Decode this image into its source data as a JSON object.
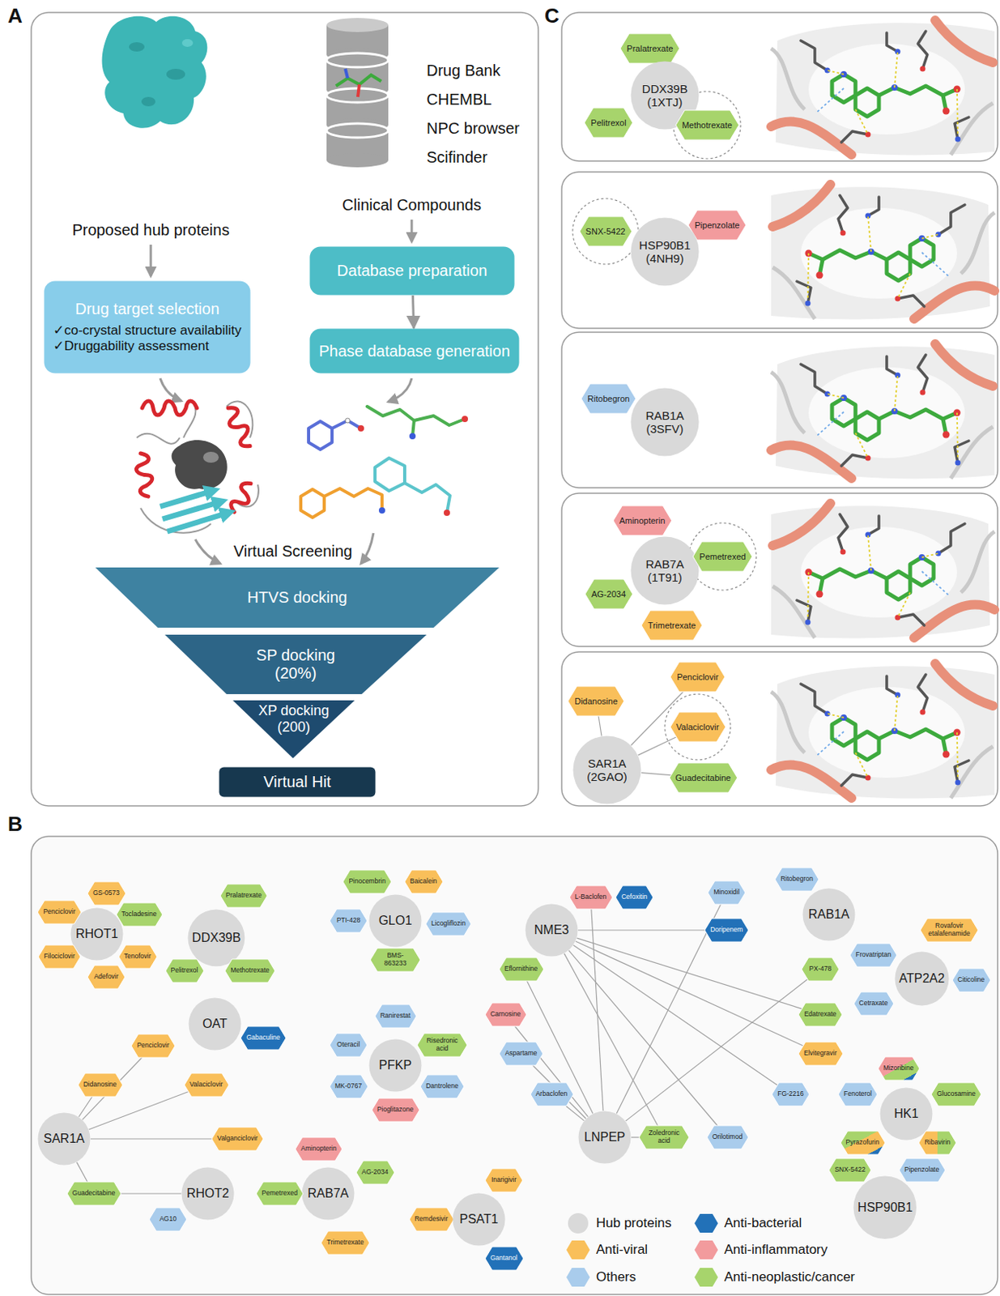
{
  "diagram": {
    "nodes": [
      {
        "text": [
          "Drug target selection",
          "✓co-crystal structure availability",
          "✓Druggability assessment"
        ]
      },
      {
        "text": [
          "Database preparation"
        ]
      },
      {
        "text": [
          "Phase database generation"
        ]
      },
      {
        "text": [
          "HTVS docking"
        ]
      },
      {
        "text": [
          "SP docking (20%)"
        ]
      },
      {
        "text": [
          "XP docking (200)"
        ]
      },
      {
        "text": [
          "Virtual Hit"
        ]
      },
      {
        "text": [
          "RHOT1"
        ]
      },
      {
        "text": [
          "GS-0573"
        ]
      },
      {
        "text": [
          "Penciclovir"
        ]
      },
      {
        "text": [
          "Tocladesine"
        ]
      },
      {
        "text": [
          "Filociclovir"
        ]
      },
      {
        "text": [
          "Tenofovir"
        ]
      },
      {
        "text": [
          "Adefovir"
        ]
      },
      {
        "text": [
          "DDX39B"
        ]
      },
      {
        "text": [
          "Pralatrexate"
        ]
      },
      {
        "text": [
          "Pelitrexol"
        ]
      },
      {
        "text": [
          "Methotrexate"
        ]
      },
      {
        "text": [
          "Pinocembrin"
        ]
      },
      {
        "text": [
          "Baicalein"
        ]
      },
      {
        "text": [
          "PTI-428"
        ]
      },
      {
        "text": [
          "GLO1"
        ]
      },
      {
        "text": [
          "Licogliflozin"
        ]
      },
      {
        "text": [
          "BMS-863233"
        ]
      },
      {
        "text": [
          "NME3"
        ]
      },
      {
        "text": [
          "L-Baclofen"
        ]
      },
      {
        "text": [
          "Cefoxitin"
        ]
      },
      {
        "text": [
          "Minoxidil"
        ]
      },
      {
        "text": [
          "Doripenem"
        ]
      },
      {
        "text": [
          "Eflornithine"
        ]
      },
      {
        "text": [
          "PX-478"
        ]
      },
      {
        "text": [
          "Carnosine"
        ]
      },
      {
        "text": [
          "Edatrexate"
        ]
      },
      {
        "text": [
          "Aspartame"
        ]
      },
      {
        "text": [
          "Elvitegravir"
        ]
      },
      {
        "text": [
          "Arbaclofen"
        ]
      },
      {
        "text": [
          "FG-2216"
        ]
      },
      {
        "text": [
          "LNPEP"
        ]
      },
      {
        "text": [
          "Zoledronic acid"
        ]
      },
      {
        "text": [
          "Orilotimod"
        ]
      },
      {
        "text": [
          "Ritobegron"
        ]
      },
      {
        "text": [
          "RAB1A"
        ]
      },
      {
        "text": [
          "Rovafovir etalafenamide"
        ]
      },
      {
        "text": [
          "Frovatriptan"
        ]
      },
      {
        "text": [
          "ATP2A2"
        ]
      },
      {
        "text": [
          "Citicoline"
        ]
      },
      {
        "text": [
          "Cetraxate"
        ]
      },
      {
        "text": [
          "OAT"
        ]
      },
      {
        "text": [
          "Gabaculine"
        ]
      },
      {
        "text": [
          "Ranirestat"
        ]
      },
      {
        "text": [
          "Oteracil"
        ]
      },
      {
        "text": [
          "Risedronic acid"
        ]
      },
      {
        "text": [
          "PFKP"
        ]
      },
      {
        "text": [
          "MK-0767"
        ]
      },
      {
        "text": [
          "Dantrolene"
        ]
      },
      {
        "text": [
          "Pioglitazone"
        ]
      },
      {
        "text": [
          "Mizoribine"
        ]
      },
      {
        "text": [
          "Fenoterol"
        ]
      },
      {
        "text": [
          "HK1"
        ]
      },
      {
        "text": [
          "Glucosamine"
        ]
      },
      {
        "text": [
          "Pyrazofurin"
        ]
      },
      {
        "text": [
          "Ribavirin"
        ]
      },
      {
        "text": [
          "Didanosine"
        ]
      },
      {
        "text": [
          "Penciclovir"
        ]
      },
      {
        "text": [
          "Valaciclovir"
        ]
      },
      {
        "text": [
          "SAR1A"
        ]
      },
      {
        "text": [
          "Valganciclovir"
        ]
      },
      {
        "text": [
          "Guadecitabine"
        ]
      },
      {
        "text": [
          "RHOT2"
        ]
      },
      {
        "text": [
          "AG10"
        ]
      },
      {
        "text": [
          "Aminopterin"
        ]
      },
      {
        "text": [
          "RAB7A"
        ]
      },
      {
        "text": [
          "AG-2034"
        ]
      },
      {
        "text": [
          "Pemetrexed"
        ]
      },
      {
        "text": [
          "Trimetrexate"
        ]
      },
      {
        "text": [
          "Inarigivir"
        ]
      },
      {
        "text": [
          "Remdesivir"
        ]
      },
      {
        "text": [
          "PSAT1"
        ]
      },
      {
        "text": [
          "Gantanol"
        ]
      },
      {
        "text": [
          "SNX-5422"
        ]
      },
      {
        "text": [
          "Pipenzolate"
        ]
      },
      {
        "text": [
          "HSP90B1"
        ]
      },
      {
        "text": [
          "Pralatrexate"
        ]
      },
      {
        "text": [
          "DDX39B (1XTJ)"
        ]
      },
      {
        "text": [
          "Pelitrexol"
        ]
      },
      {
        "text": [
          "Methotrexate"
        ]
      },
      {
        "text": [
          "SNX-5422"
        ]
      },
      {
        "text": [
          "Pipenzolate"
        ]
      },
      {
        "text": [
          "HSP90B1 (4NH9)"
        ]
      },
      {
        "text": [
          "Ritobegron"
        ]
      },
      {
        "text": [
          "RAB1A (3SFV)"
        ]
      },
      {
        "text": [
          "Aminopterin"
        ]
      },
      {
        "text": [
          "RAB7A (1T91)"
        ]
      },
      {
        "text": [
          "Pemetrexed"
        ]
      },
      {
        "text": [
          "AG-2034"
        ]
      },
      {
        "text": [
          "Trimetrexate"
        ]
      },
      {
        "text": [
          "Penciclovir"
        ]
      },
      {
        "text": [
          "Didanosine"
        ]
      },
      {
        "text": [
          "Valaciclovir"
        ]
      },
      {
        "text": [
          "SAR1A (2GAO)"
        ]
      },
      {
        "text": [
          "Guadecitabine"
        ]
      }
    ],
    "edges": [
      {
        "from": 1,
        "to": 2,
        "arrow": "to"
      },
      {
        "from": 65,
        "to": 62,
        "arrow": "none"
      },
      {
        "from": 65,
        "to": 63,
        "arrow": "none"
      },
      {
        "from": 65,
        "to": 64,
        "arrow": "none"
      },
      {
        "from": 65,
        "to": 66,
        "arrow": "none"
      },
      {
        "from": 65,
        "to": 67,
        "arrow": "none"
      },
      {
        "from": 67,
        "to": 68,
        "arrow": "none"
      },
      {
        "from": 24,
        "to": 28,
        "arrow": "none"
      },
      {
        "from": 24,
        "to": 32,
        "arrow": "none"
      },
      {
        "from": 24,
        "to": 34,
        "arrow": "none"
      },
      {
        "from": 24,
        "to": 36,
        "arrow": "none"
      },
      {
        "from": 24,
        "to": 39,
        "arrow": "none"
      },
      {
        "from": 24,
        "to": 38,
        "arrow": "none"
      },
      {
        "from": 37,
        "to": 25,
        "arrow": "none"
      },
      {
        "from": 37,
        "to": 27,
        "arrow": "none"
      },
      {
        "from": 37,
        "to": 30,
        "arrow": "none"
      },
      {
        "from": 37,
        "to": 29,
        "arrow": "none"
      },
      {
        "from": 37,
        "to": 31,
        "arrow": "none"
      },
      {
        "from": 37,
        "to": 33,
        "arrow": "none"
      },
      {
        "from": 37,
        "to": 35,
        "arrow": "none"
      },
      {
        "from": 37,
        "to": 38,
        "arrow": "none"
      },
      {
        "from": 99,
        "to": 97,
        "arrow": "none"
      },
      {
        "from": 99,
        "to": 96,
        "arrow": "none"
      },
      {
        "from": 99,
        "to": 98,
        "arrow": "none"
      },
      {
        "from": 99,
        "to": 100,
        "arrow": "none"
      }
    ],
    "labels": [
      "A",
      "Proposed hub proteins",
      "Drug Bank",
      "CHEMBL",
      "NPC browser",
      "Scifinder",
      "Clinical Compounds",
      "Virtual Screening",
      "B",
      "C"
    ],
    "legend": [
      {
        "text": "Hub proteins",
        "color": "#D9D9D9"
      },
      {
        "text": "Anti-viral",
        "color": "#F9BF5A"
      },
      {
        "text": "Others",
        "color": "#A9CCEC"
      },
      {
        "text": "Anti-bacterial",
        "color": "#2271B8"
      },
      {
        "text": "Anti-inflammatory",
        "color": "#F29B9D"
      },
      {
        "text": "Anti-neoplastic/cancer",
        "color": "#A7D46C"
      }
    ]
  }
}
